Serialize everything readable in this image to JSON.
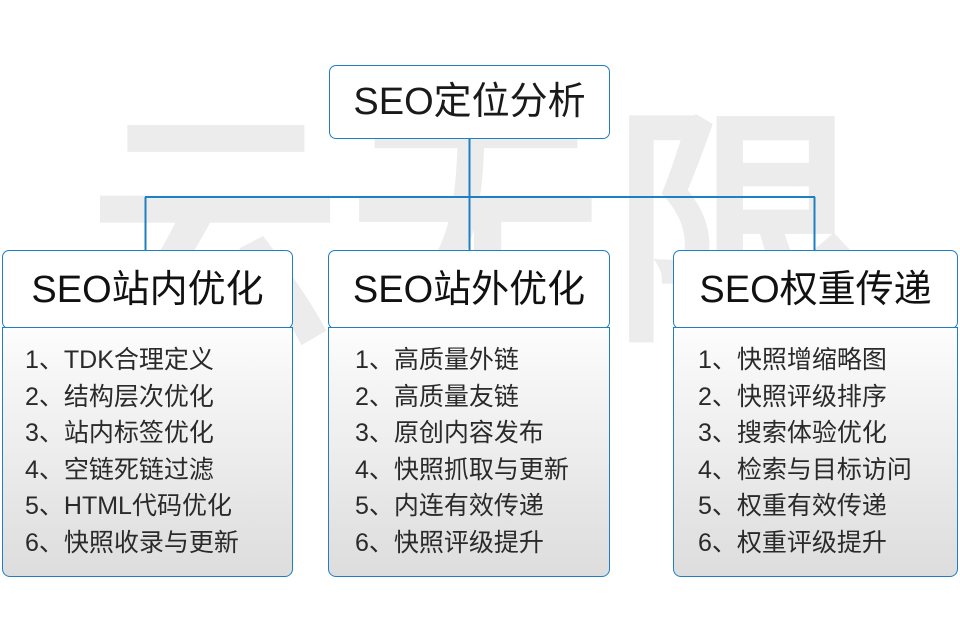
{
  "watermark": {
    "text": "云无限"
  },
  "colors": {
    "border_blue": "#1f7fc4",
    "connector_blue": "#1f7fc4",
    "text_dark": "#1a1a1a",
    "body_gradient_top": "#fdfdfd",
    "body_gradient_bottom": "#dddddd",
    "watermark_gray": "#ececec",
    "page_background": "#ffffff"
  },
  "diagram": {
    "type": "org-tree",
    "root": {
      "title": "SEO定位分析"
    },
    "branches": [
      {
        "title": "SEO站内优化",
        "items": [
          "1、TDK合理定义",
          "2、结构层次优化",
          "3、站内标签优化",
          "4、空链死链过滤",
          "5、HTML代码优化",
          "6、快照收录与更新"
        ]
      },
      {
        "title": "SEO站外优化",
        "items": [
          "1、高质量外链",
          "2、高质量友链",
          "3、原创内容发布",
          "4、快照抓取与更新",
          "5、内连有效传递",
          "6、快照评级提升"
        ]
      },
      {
        "title": "SEO权重传递",
        "items": [
          "1、快照增缩略图",
          "2、快照评级排序",
          "3、搜索体验优化",
          "4、检索与目标访问",
          "5、权重有效传递",
          "6、权重评级提升"
        ]
      }
    ]
  }
}
